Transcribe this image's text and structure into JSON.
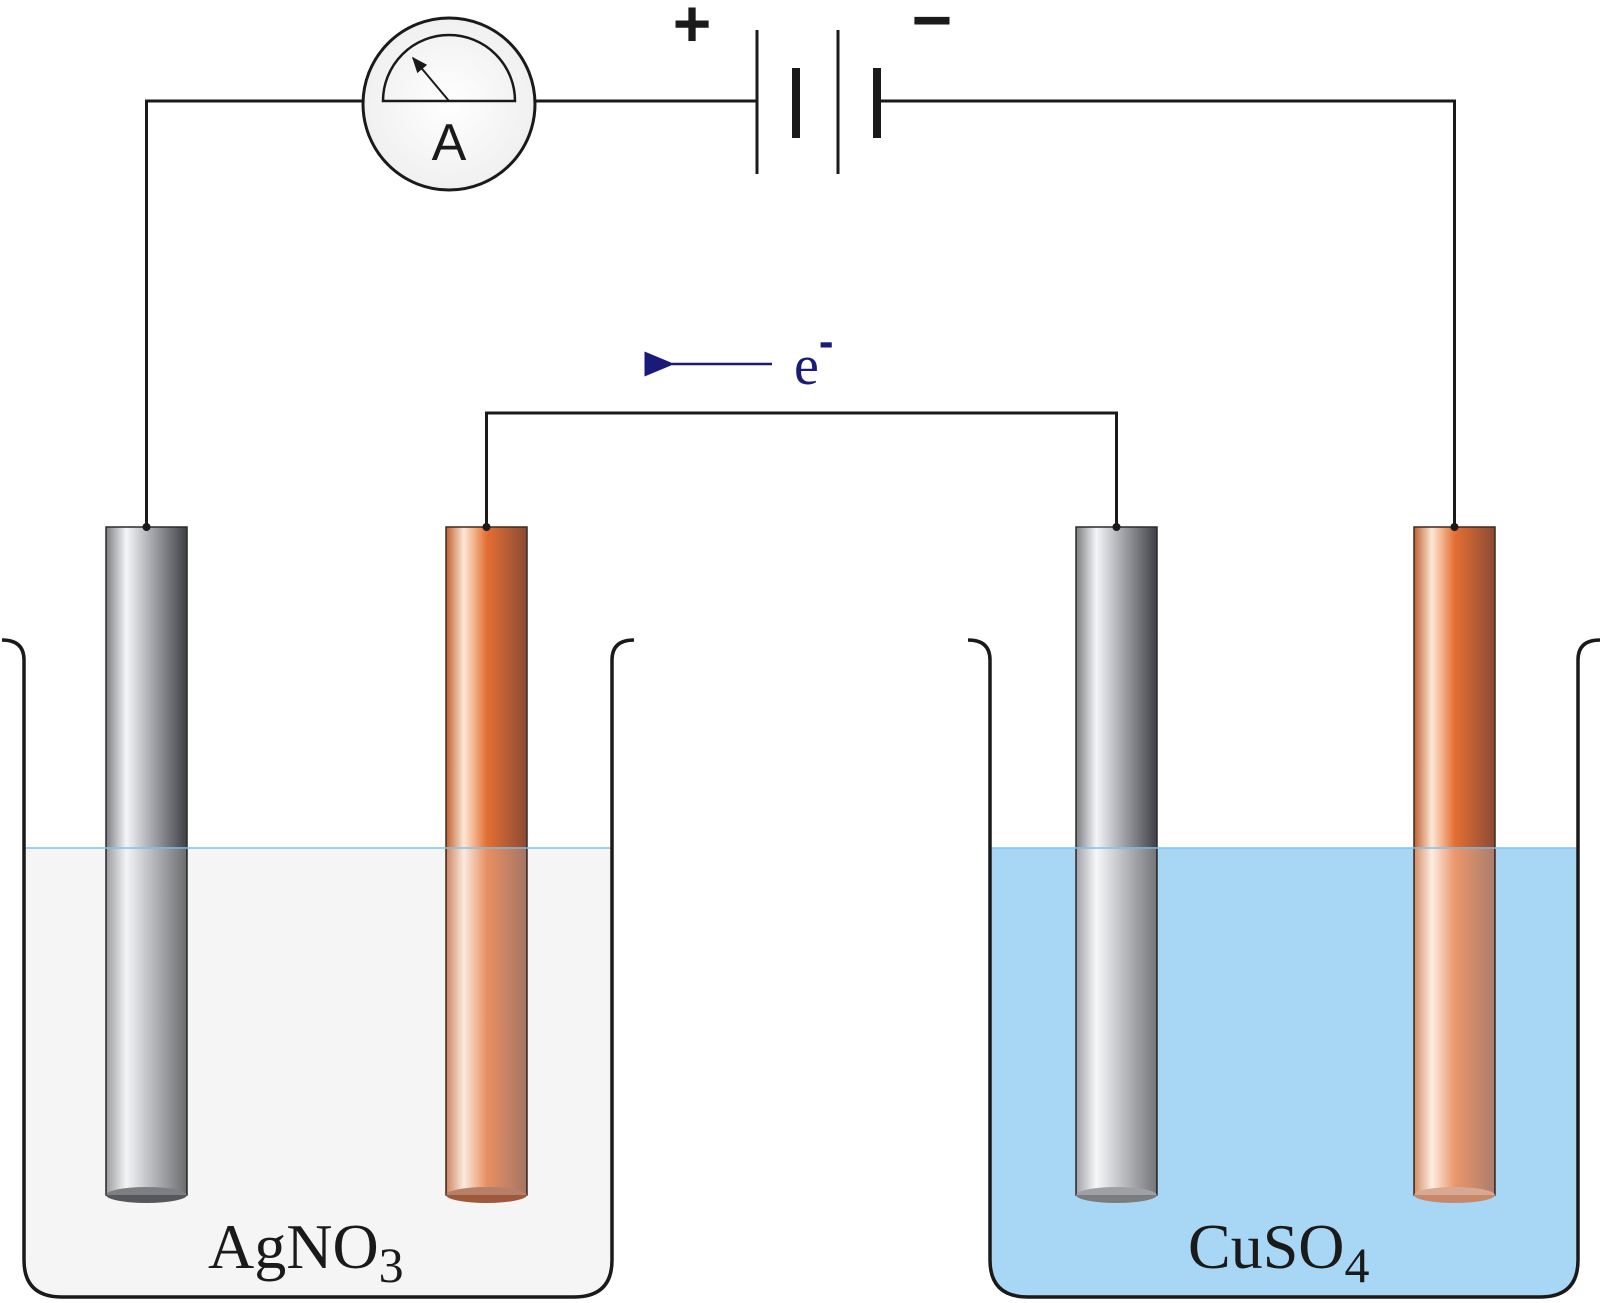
{
  "ammeter": {
    "label": "A"
  },
  "battery": {
    "positive_label": "+",
    "negative_label": "−"
  },
  "electron_flow": {
    "label_base": "e",
    "label_sup": "-",
    "direction": "left"
  },
  "beakers": [
    {
      "solution_label": "AgNO",
      "subscript": "3",
      "solution_color": "#f5f5f5"
    },
    {
      "solution_label": "CuSO",
      "subscript": "4",
      "solution_color": "#a8d6f5"
    }
  ],
  "electrodes": [
    {
      "material": "silver",
      "cell": "AgNO3"
    },
    {
      "material": "copper",
      "cell": "AgNO3"
    },
    {
      "material": "silver",
      "cell": "CuSO4"
    },
    {
      "material": "copper",
      "cell": "CuSO4"
    }
  ],
  "colors": {
    "wire": "#1a1a1a",
    "electron_arrow": "#1a1a7a",
    "surface_line": "#7fc4ee"
  }
}
